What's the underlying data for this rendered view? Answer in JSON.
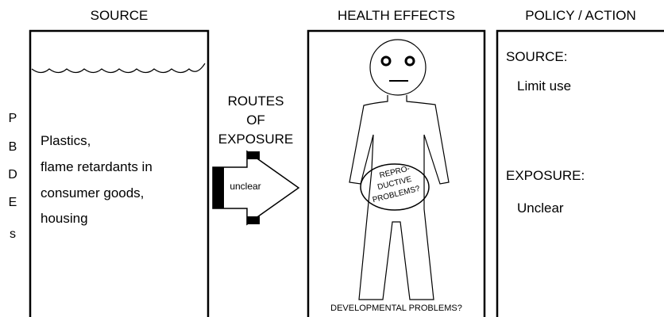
{
  "headers": {
    "source": "SOURCE",
    "health": "HEALTH EFFECTS",
    "policy": "POLICY / ACTION"
  },
  "side_letters": [
    "P",
    "B",
    "D",
    "E",
    "s"
  ],
  "source_panel": {
    "lines": [
      "Plastics,",
      "flame retardants in",
      "consumer goods,",
      "housing"
    ]
  },
  "routes": {
    "title_lines": [
      "ROUTES",
      "OF",
      "EXPOSURE"
    ],
    "arrow_label": "unclear"
  },
  "health_panel": {
    "belly_lines": [
      "REPRO-",
      "DUCTIVE",
      "PROBLEMS?"
    ],
    "bottom_label": "DEVELOPMENTAL PROBLEMS?"
  },
  "policy_panel": {
    "source_heading": "SOURCE:",
    "source_action": "Limit use",
    "exposure_heading": "EXPOSURE:",
    "exposure_action": "Unclear"
  }
}
